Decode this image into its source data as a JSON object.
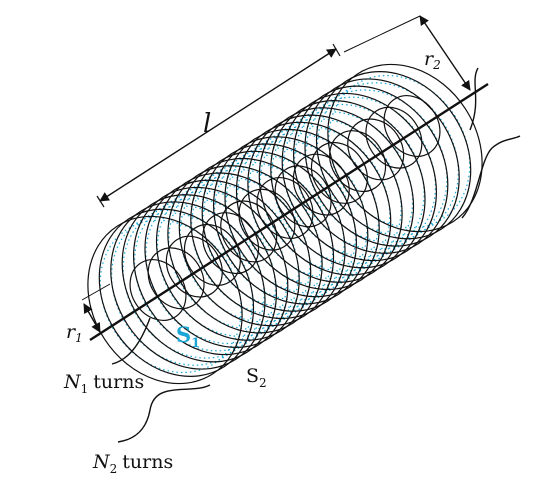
{
  "diagram": {
    "labels": {
      "length": "l",
      "r2_base": "r",
      "r2_sub": "2",
      "r1_base": "r",
      "r1_sub": "1",
      "s1_base": "S",
      "s1_sub": "1",
      "s2_base": "S",
      "s2_sub": "2",
      "n1_base": "N",
      "n1_sub": "1",
      "n1_text": "turns",
      "n2_base": "N",
      "n2_sub": "2",
      "n2_text": "turns"
    },
    "outer_coil": {
      "turns": 22
    },
    "inner_coil": {
      "turns": 15
    },
    "colors": {
      "wire": "#111111",
      "inner_dotted": "#1aa6d6"
    }
  }
}
